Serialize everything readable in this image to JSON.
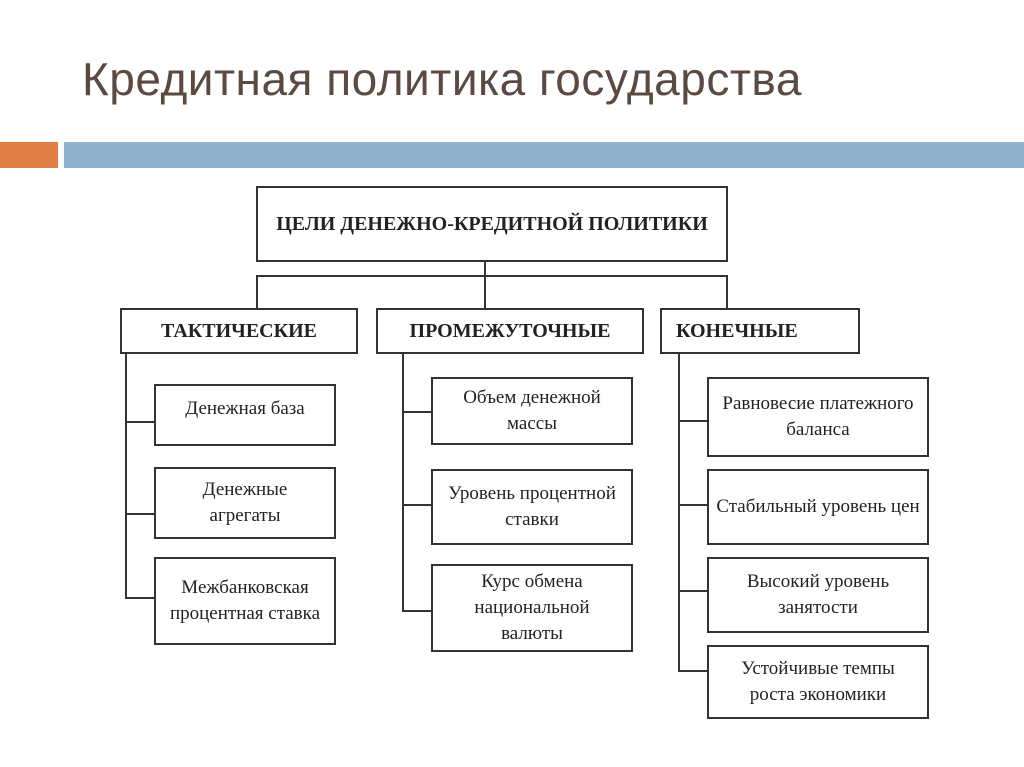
{
  "header": {
    "title": "Кредитная политика государства",
    "accent_colors": {
      "orange": "#e07f45",
      "blue": "#92b3d0"
    }
  },
  "diagram": {
    "root": "ЦЕЛИ ДЕНЕЖНО-КРЕДИТНОЙ ПОЛИТИКИ",
    "categories": [
      {
        "label": "ТАКТИЧЕСКИЕ",
        "items": [
          "Денежная база",
          "Денежные агрегаты",
          "Межбанковская процентная ставка"
        ]
      },
      {
        "label": "ПРОМЕЖУТОЧНЫЕ",
        "items": [
          "Объем денежной массы",
          "Уровень процентной ставки",
          "Курс обмена национальной валюты"
        ]
      },
      {
        "label": "КОНЕЧНЫЕ",
        "items": [
          "Равновесие платежного баланса",
          "Стабильный уровень цен",
          "Высокий уровень занятости",
          "Устойчивые темпы роста экономики"
        ]
      }
    ]
  }
}
